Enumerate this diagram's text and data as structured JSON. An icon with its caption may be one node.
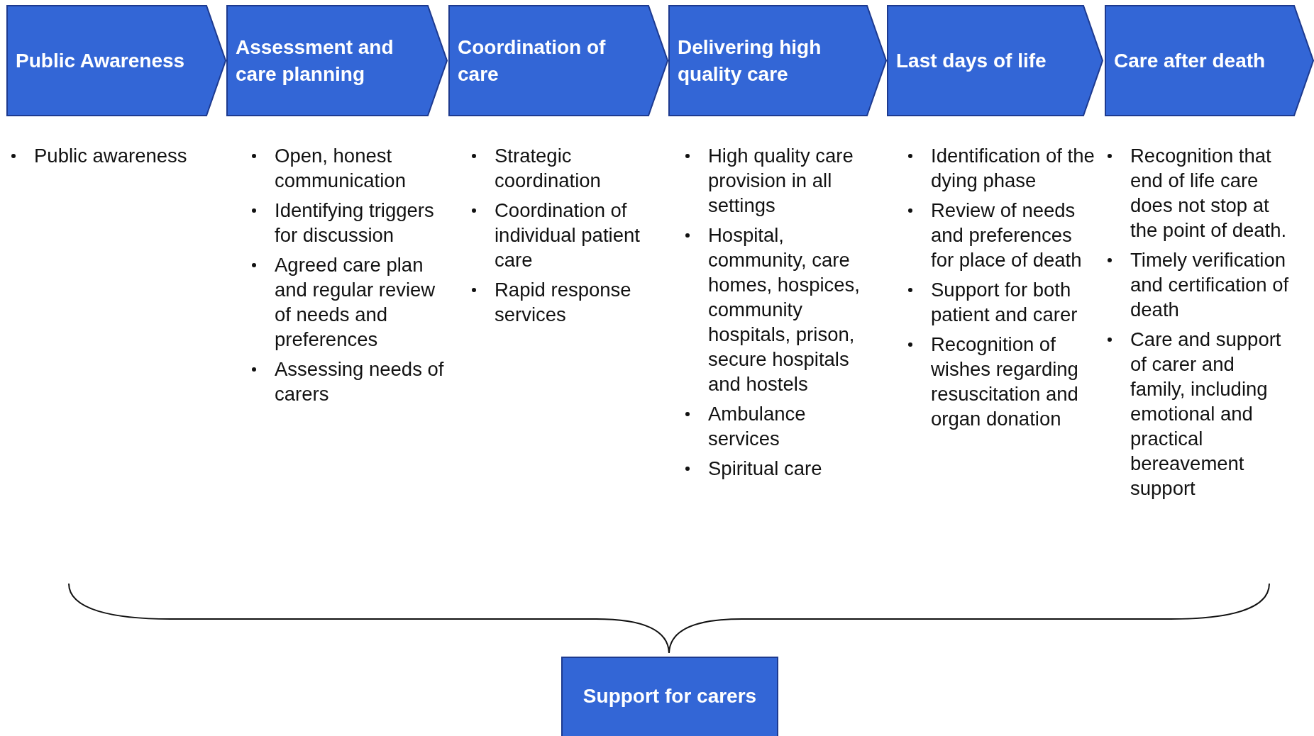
{
  "diagram": {
    "nodes": [
      {
        "text": [
          "Public Awareness"
        ],
        "beside": [
          "Public awareness"
        ]
      },
      {
        "text": [
          "Assessment and care planning"
        ],
        "beside": [
          "Open, honest communication",
          "Identifying  triggers for discussion",
          "Agreed care plan and regular review of needs and preferences",
          "Assessing needs of carers"
        ]
      },
      {
        "text": [
          "Coordination of care"
        ],
        "beside": [
          "Strategic coordination",
          "Coordination of individual patient care",
          "Rapid response services"
        ]
      },
      {
        "text": [
          "Delivering high quality care"
        ],
        "beside": [
          "High quality care provision in all settings",
          "Hospital, community, care homes, hospices, community hospitals, prison, secure hospitals and hostels",
          "Ambulance services",
          "Spiritual care"
        ]
      },
      {
        "text": [
          "Last days of life"
        ],
        "beside": [
          "Identification of the dying phase",
          "Review of needs and preferences for place of death",
          "Support for both patient and carer",
          "Recognition of wishes regarding resuscitation and organ donation"
        ]
      },
      {
        "text": [
          "Care after death"
        ],
        "beside": [
          "Recognition that end of life care does not stop at the point of death.",
          "Timely verification and certification of death",
          "Care and support of carer and family, including emotional and practical bereavement support"
        ]
      },
      {
        "text": [
          "Support for carers"
        ]
      }
    ]
  }
}
